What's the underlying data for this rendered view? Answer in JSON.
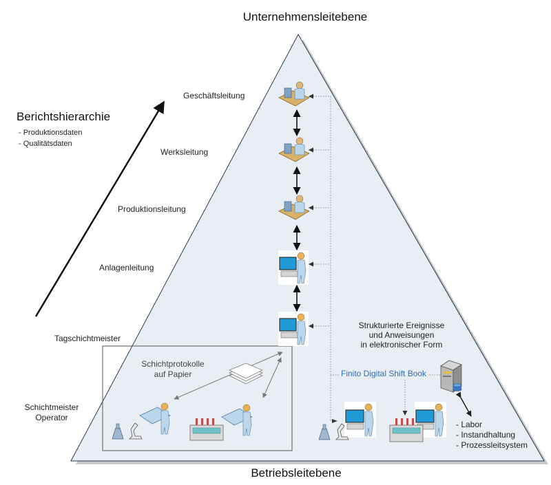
{
  "header": {
    "top_title": "Unternehmensleitebene",
    "bottom_title": "Betriebsleitebene"
  },
  "hierarchy": {
    "title": "Berichtshierarchie",
    "bullets": [
      "- Produktionsdaten",
      "- Qualitätsdaten"
    ]
  },
  "levels": [
    {
      "label": "Geschäftsleitung"
    },
    {
      "label": "Werksleitung"
    },
    {
      "label": "Produktionsleitung"
    },
    {
      "label": "Anlagenleitung"
    },
    {
      "label": "Tagschichtmeister"
    },
    {
      "label": "Schichtmeister\nOperator"
    }
  ],
  "paper_box": {
    "label": "Schichtprotokolle\nauf Papier"
  },
  "digital": {
    "events_label": "Strukturierte Ereignisse\nund Anweisungen\nin elektronischer Form",
    "product_label": "Finito Digital Shift Book",
    "systems": [
      "- Labor",
      "- Instandhaltung",
      "- Prozessleitsystem"
    ]
  },
  "colors": {
    "pyramid_fill": "#e9eef4",
    "pyramid_stroke": "#2b3a4d",
    "product_text": "#2f6fb3",
    "shadow": "#9a9a9a"
  }
}
